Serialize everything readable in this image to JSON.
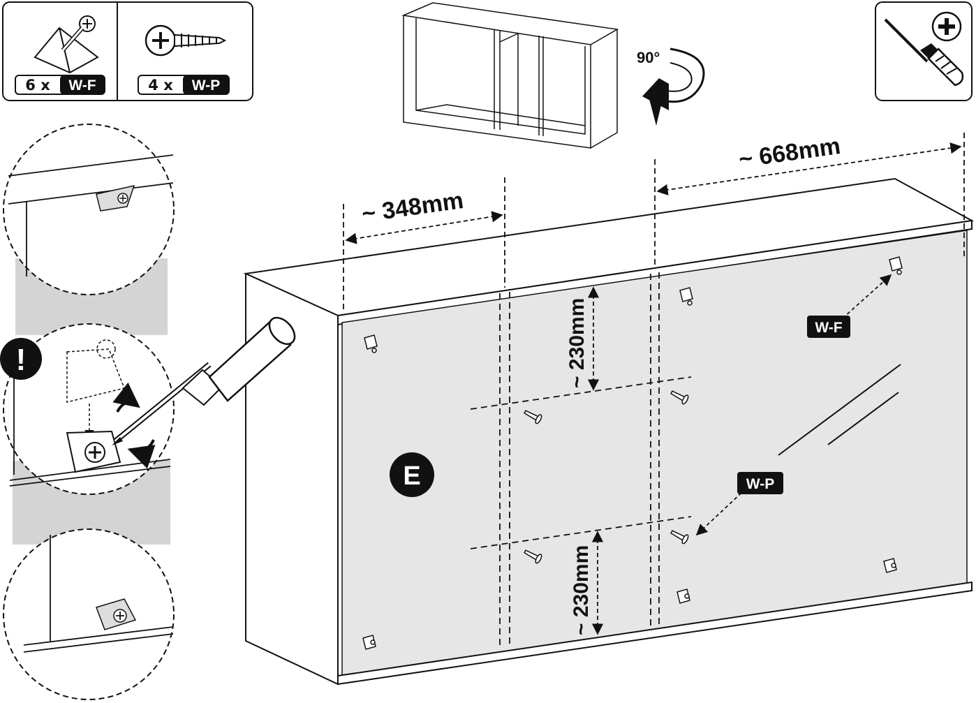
{
  "parts": [
    {
      "count_label": "6 x",
      "code": "W-F"
    },
    {
      "count_label": "4 x",
      "code": "W-P"
    }
  ],
  "rotation_label": "90°",
  "panel_letter": "E",
  "dimensions": {
    "width_left": "~ 348mm",
    "width_right": "~ 668mm",
    "height_top": "~ 230mm",
    "height_bottom": "~ 230mm"
  },
  "callouts": {
    "wf": "W-F",
    "wp": "W-P"
  },
  "warning_symbol": "!",
  "tool_icon": "phillips-screwdriver-icon",
  "colors": {
    "panel_shade": "#e6e6e6",
    "ink": "#111111",
    "background": "#ffffff",
    "lens_shade": "#d4d4d4"
  }
}
